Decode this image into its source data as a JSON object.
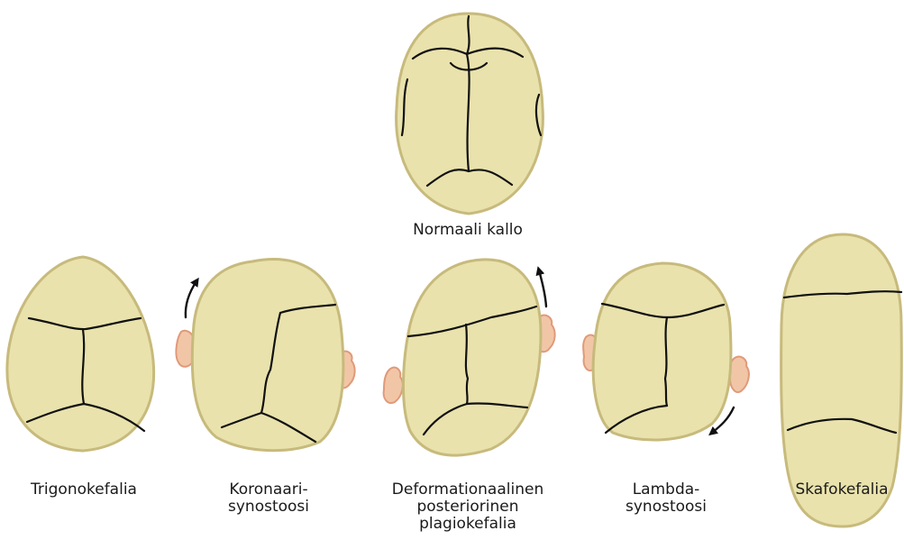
{
  "figure": {
    "labels": {
      "normal": "Normaali kallo",
      "trigonocephaly": "Trigonokefalia",
      "coronal": "Koronaari-\nsynostoosi",
      "deformational": "Deformationaalinen\nposteriorinen\nplagiokefalia",
      "lambdoid": "Lambda-\nsynostoosi",
      "scaphocephaly": "Skafokefalia"
    },
    "colors": {
      "skull_fill": "#e9e2ac",
      "skull_outline": "#c7ba7c",
      "suture": "#111111",
      "ear_fill": "#f1c6a7",
      "ear_outline": "#e09a7a"
    }
  }
}
